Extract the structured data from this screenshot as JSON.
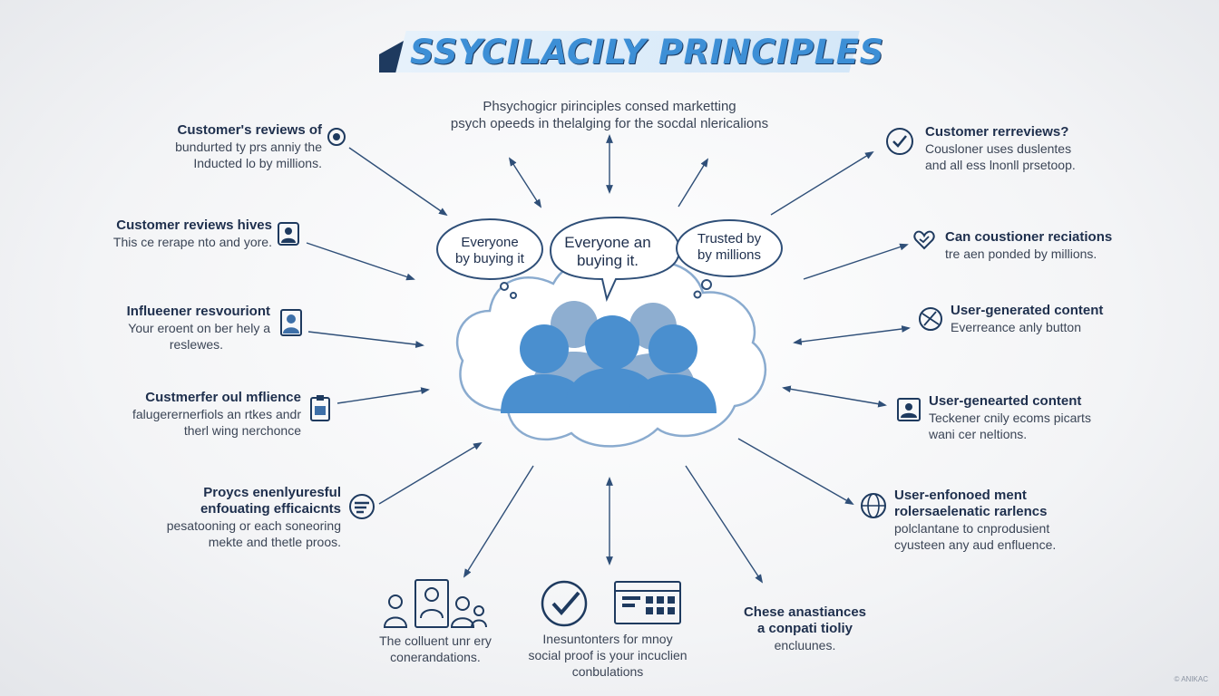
{
  "title": "SSYCILACILY PRINCIPLES",
  "subtitle": {
    "line1": "Phsychogicr pirinciples consed marketting",
    "line2": "psych opeeds in thelalging for the socdal nlericalions"
  },
  "bubbles": {
    "left": {
      "line1": "Everyone",
      "line2": "by buying it"
    },
    "center": {
      "line1": "Everyone an",
      "line2": "buying it."
    },
    "right": {
      "line1": "Trusted by",
      "line2": "by millions"
    }
  },
  "left_items": [
    {
      "head": "Customer's reviews of",
      "line1": "bundurted ty prs anniy the",
      "line2": "Inducted lo by millions.",
      "icon": "target-icon"
    },
    {
      "head": "Customer reviews hives",
      "line1": "This ce rerape nto and yore.",
      "icon": "user-card-icon"
    },
    {
      "head": "Influeener resvouriont",
      "line1": "Your eroent on ber hely a",
      "line2": "reslewes.",
      "icon": "person-frame-icon"
    },
    {
      "head": "Custmerfer oul mflience",
      "line1": "falugerernerfiols an rtkes andr",
      "line2": "therl wing nerchonce",
      "icon": "clipboard-icon"
    },
    {
      "head": "Proycs enenlyuresful",
      "head2": "enfouating efficaicnts",
      "line1": "pesatooning or each soneoring",
      "line2": "mekte and thetle proos.",
      "icon": "chat-icon"
    }
  ],
  "right_items": [
    {
      "head": "Customer rerreviews?",
      "line1": "Cousloner uses duslentes",
      "line2": "and all ess lnonll prsetoop.",
      "icon": "check-circle-icon"
    },
    {
      "head": "Can coustioner reciations",
      "line1": "tre aen ponded by millions.",
      "icon": "heart-icon"
    },
    {
      "head": "User-generated content",
      "line1": "Everreance anly button",
      "icon": "globe-icon"
    },
    {
      "head": "User-genearted content",
      "line1": "Teckener cnily ecoms picarts",
      "line2": "wani cer neltions.",
      "icon": "photo-icon"
    },
    {
      "head": "User-enfonoed ment",
      "head2": "rolersaelenatic rarlencs",
      "line1": "polclantane to cnprodusient",
      "line2": "cyusteen any aud enfluence.",
      "icon": "world-icon"
    }
  ],
  "bottom_items": [
    {
      "line1": "The colluent unr ery",
      "line2": "conerandations.",
      "icon": "people-group-icon"
    },
    {
      "line1": "Inesuntonters for mnoy",
      "line2": "social proof is your incuclien",
      "line3": "conbulations",
      "icon": "checkmark-browser-icon"
    },
    {
      "head": "Chese anastiances",
      "head2": "a conpati tioliy",
      "line1": "encluunes."
    }
  ],
  "watermark": "© ANIKAC",
  "colors": {
    "accent": "#3d8fd6",
    "navy": "#1e3a5f",
    "people": "#4a8fcf",
    "people_back": "#8eaed0"
  }
}
